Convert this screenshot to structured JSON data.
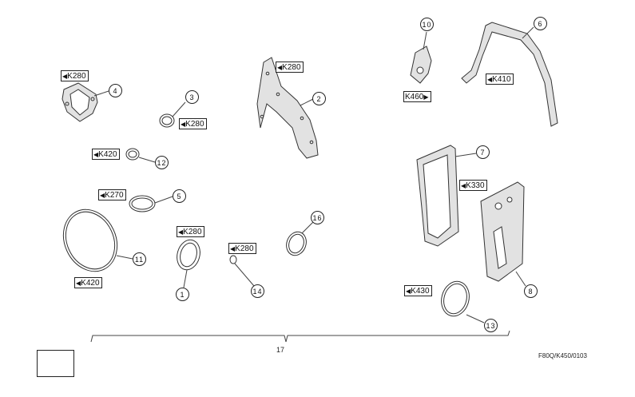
{
  "colors": {
    "line": "#333333",
    "part_fill": "#cfcfcf",
    "background": "#ffffff"
  },
  "ref_labels": {
    "k280_gasket4": {
      "dir": "left",
      "text": "K280"
    },
    "k280_gasket2": {
      "dir": "left",
      "text": "K280"
    },
    "k280_ring3": {
      "dir": "left",
      "text": "K280"
    },
    "k420_ring12": {
      "dir": "left",
      "text": "K420"
    },
    "k270_ring5": {
      "dir": "left",
      "text": "K270"
    },
    "k420_seal11": {
      "dir": "left",
      "text": "K420"
    },
    "k280_seal1": {
      "dir": "left",
      "text": "K280"
    },
    "k280_ring14": {
      "dir": "left",
      "text": "K280"
    },
    "k460_gasket10": {
      "dir": "right",
      "text": "K460"
    },
    "k410_gasket6": {
      "dir": "left",
      "text": "K410"
    },
    "k330_gasket7": {
      "dir": "left",
      "text": "K330"
    },
    "k430_ring13": {
      "dir": "left",
      "text": "K430"
    }
  },
  "callouts": {
    "c1": "1",
    "c2": "2",
    "c3": "3",
    "c4": "4",
    "c5": "5",
    "c6": "6",
    "c7": "7",
    "c8": "8",
    "c10": "10",
    "c11": "11",
    "c12": "12",
    "c13": "13",
    "c14": "14",
    "c16": "16"
  },
  "assembly_number": "17",
  "figure_code": "F80Q/K450/0103",
  "symbol_icon": "keyhole-symbol-icon"
}
